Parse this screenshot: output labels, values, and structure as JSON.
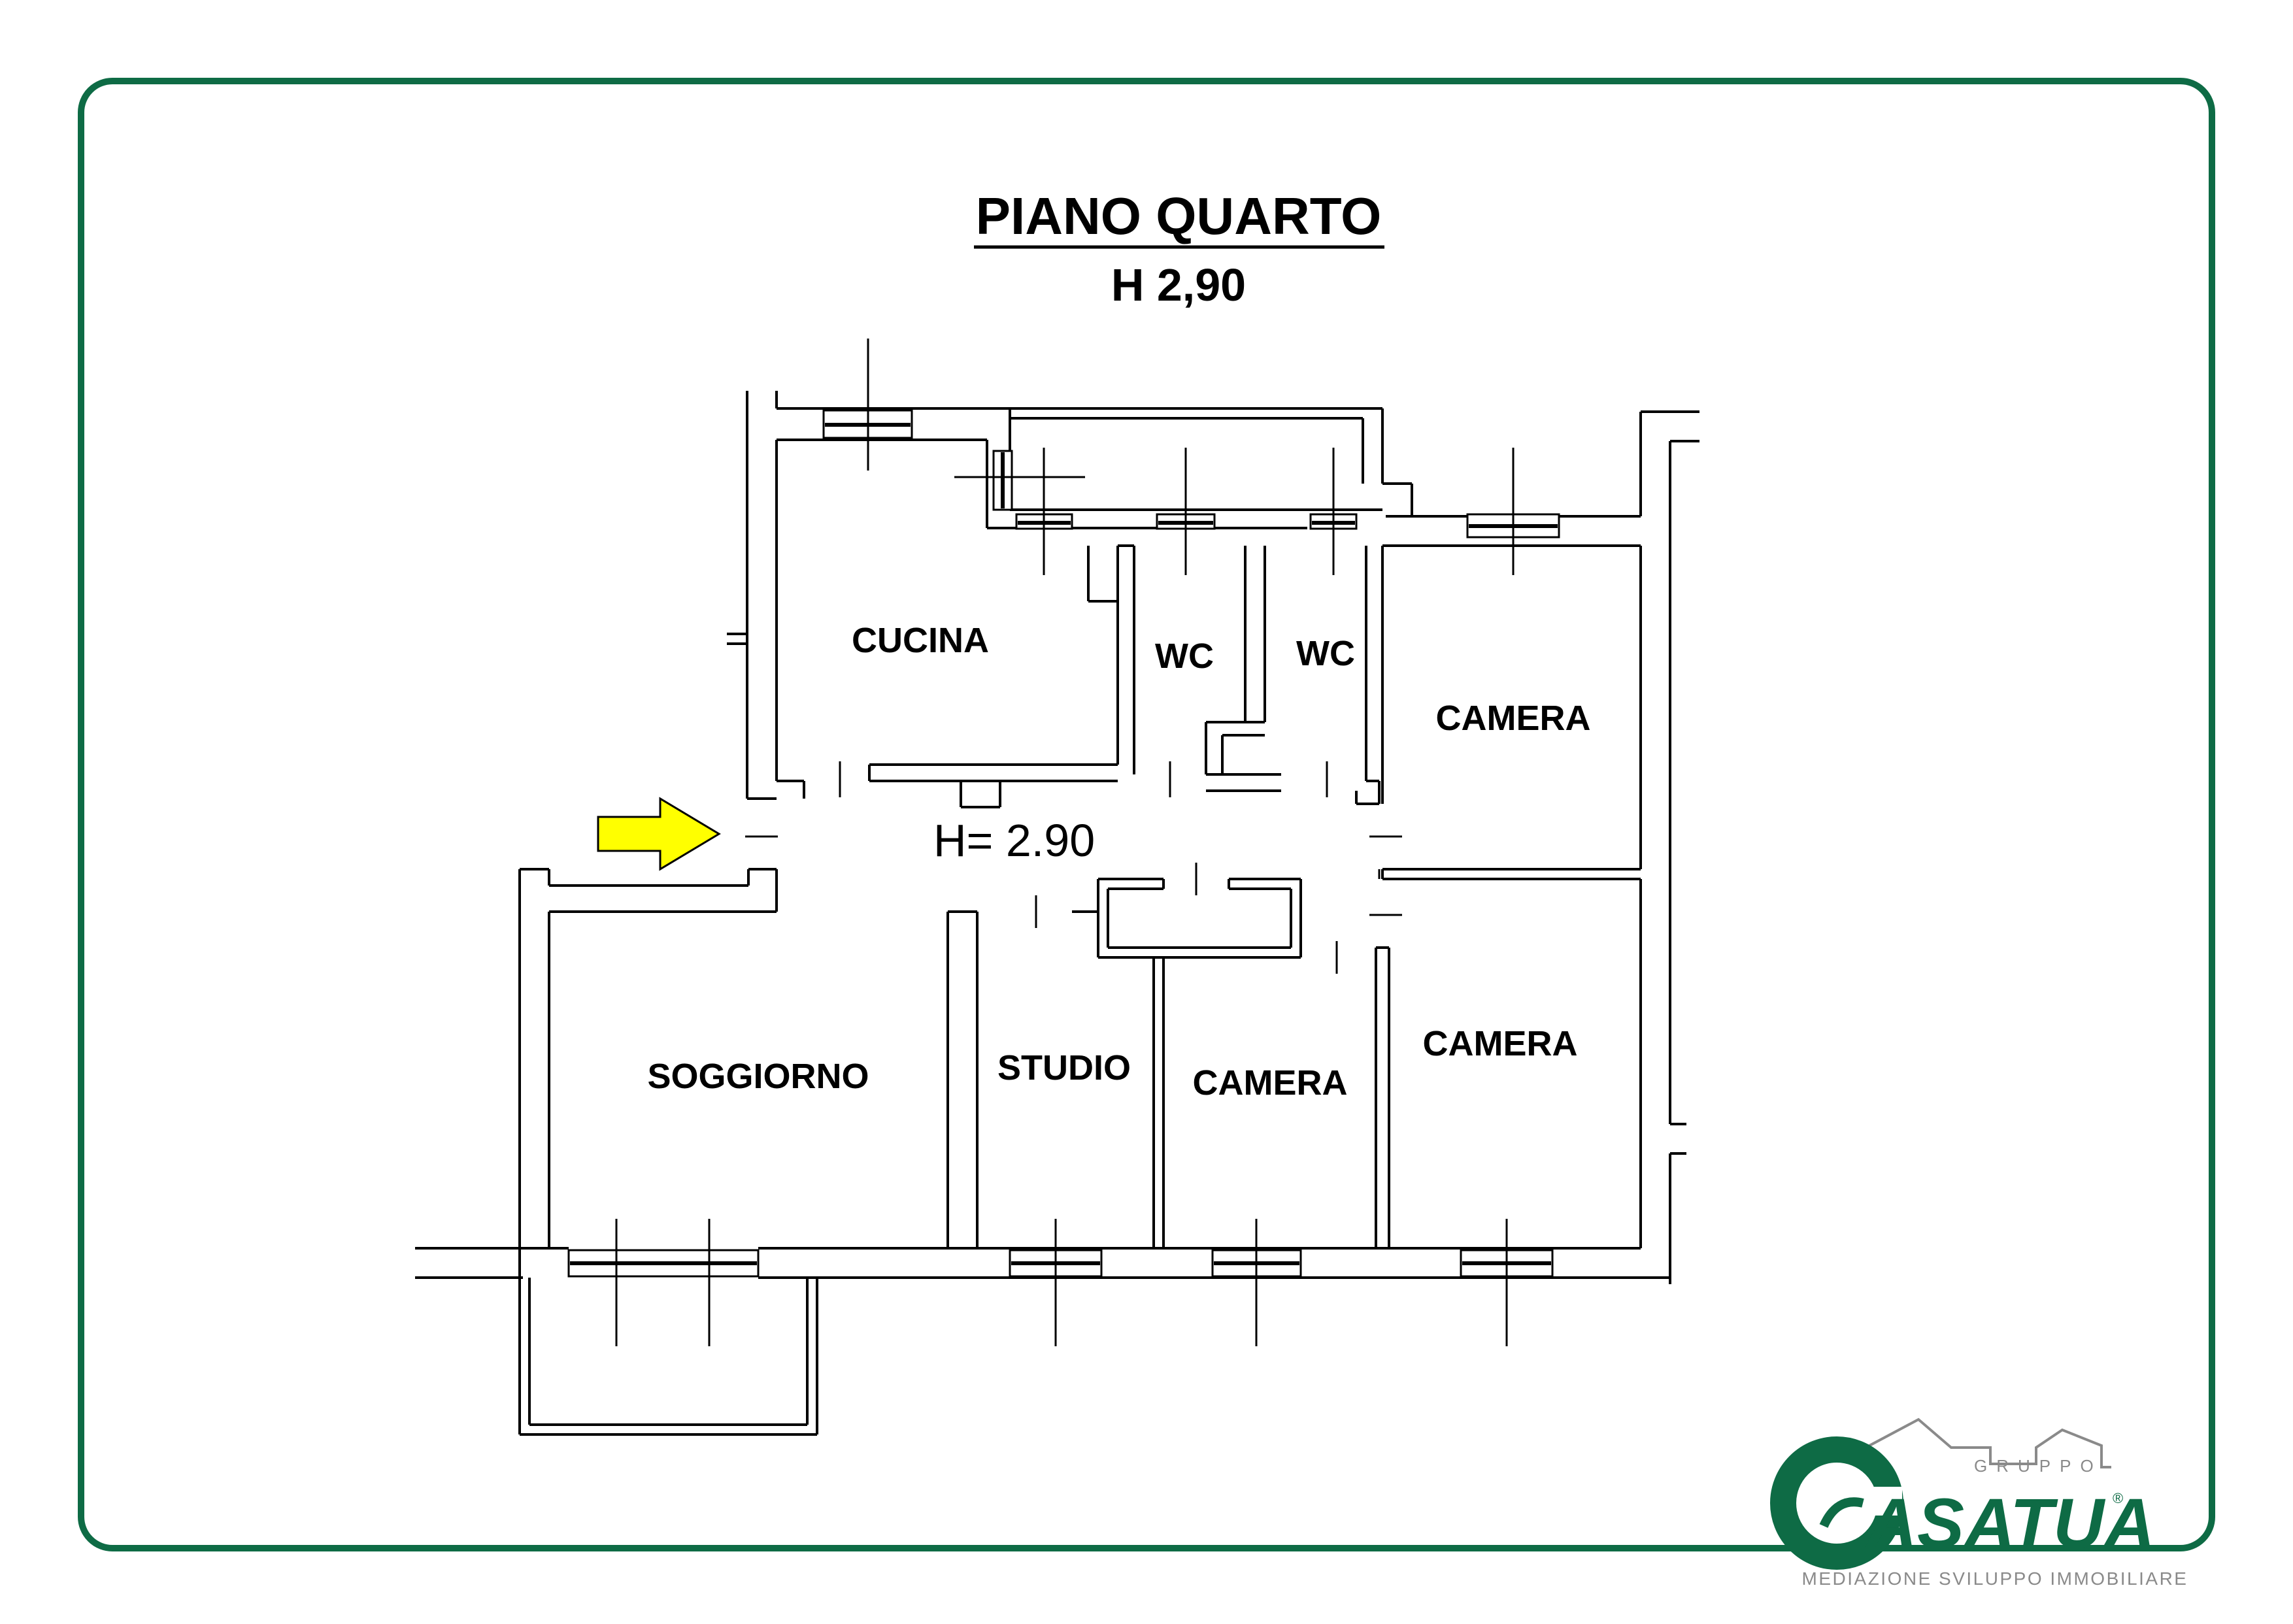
{
  "title": "PIANO QUARTO",
  "subtitle": "H 2,90",
  "plan_height_label": "H= 2.90",
  "rooms": {
    "cucina": "CUCINA",
    "wc1": "WC",
    "wc2": "WC",
    "camera_ne": "CAMERA",
    "camera_se": "CAMERA",
    "camera_s": "CAMERA",
    "soggiorno": "SOGGIORNO",
    "studio": "STUDIO"
  },
  "logo": {
    "group": "GRUPPO",
    "name": "ASATUA",
    "tagline": "MEDIAZIONE SVILUPPO IMMOBILIARE",
    "registered": "®"
  },
  "colors": {
    "frame": "#0e6b45",
    "arrow": "#ffff00",
    "logo_grey": "#8a8a8a"
  }
}
